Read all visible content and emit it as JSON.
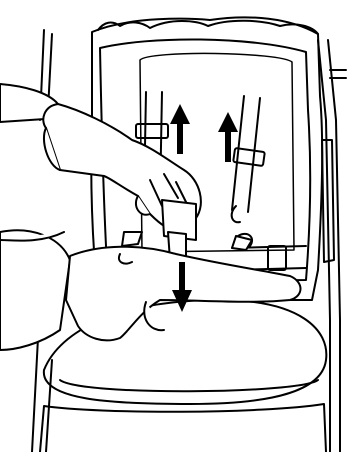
{
  "illustration": {
    "subject": "stroller-seat-harness-adjustment",
    "stroke_color": "#000000",
    "fill_color": "#ffffff",
    "arrows": [
      {
        "name": "arrow-up-left-strap",
        "direction": "up"
      },
      {
        "name": "arrow-up-right-strap",
        "direction": "up"
      },
      {
        "name": "arrow-down-buckle",
        "direction": "down"
      }
    ]
  }
}
